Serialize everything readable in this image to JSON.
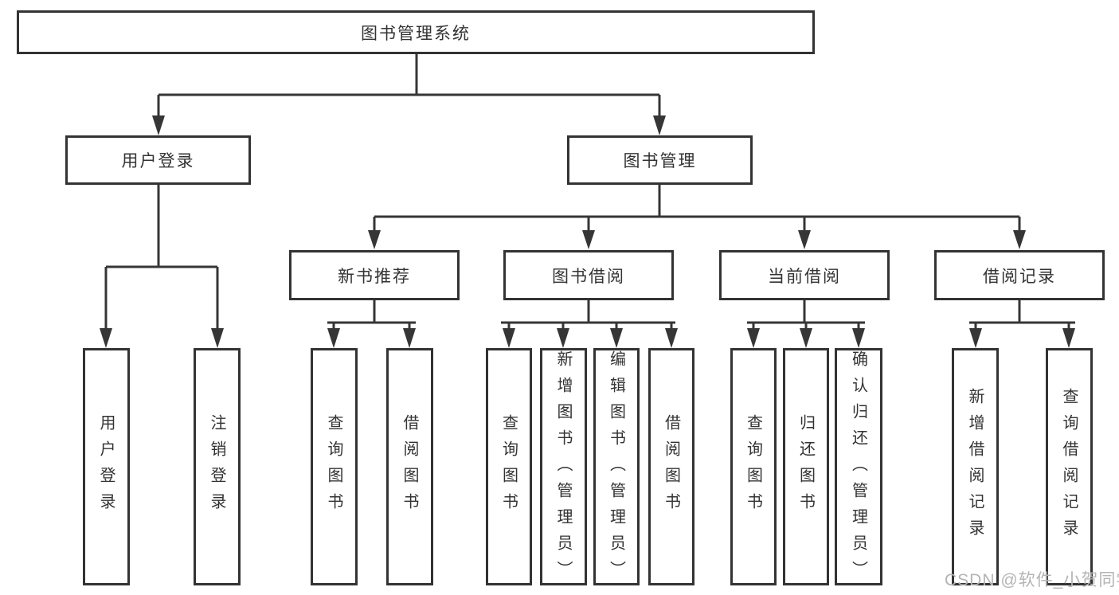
{
  "nodes": {
    "root": "图书管理系统",
    "user_login": "用户登录",
    "book_mgmt": "图书管理",
    "new_books": "新书推荐",
    "book_borrow": "图书借阅",
    "current_borrow": "当前借阅",
    "borrow_records": "借阅记录",
    "leaf_user_login": "用户登录",
    "leaf_logout": "注销登录",
    "leaf_nb_query": "查询图书",
    "leaf_nb_borrow": "借阅图书",
    "leaf_bb_query": "查询图书",
    "leaf_bb_add": "新增图书（管理员）",
    "leaf_bb_edit": "编辑图书（管理员）",
    "leaf_bb_borrow": "借阅图书",
    "leaf_cb_query": "查询图书",
    "leaf_cb_return": "归还图书",
    "leaf_cb_confirm": "确认归还（管理员）",
    "leaf_br_add": "新增借阅记录",
    "leaf_br_query": "查询借阅记录"
  },
  "watermark": "CSDN @软件_小贺同学",
  "colors": {
    "line": "#363636",
    "box_border": "#333333",
    "text": "#333333",
    "watermark": "#b4b4b4",
    "background": "#ffffff"
  }
}
